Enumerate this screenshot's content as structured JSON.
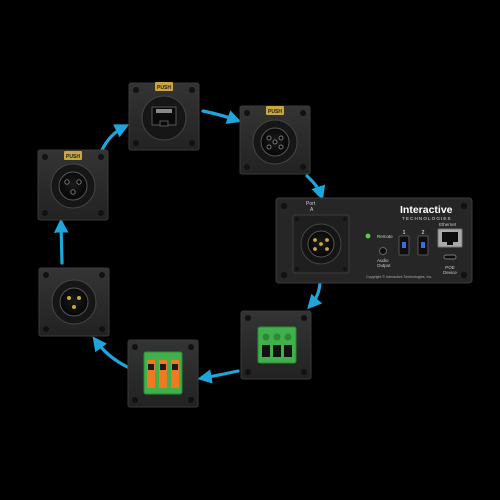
{
  "colors": {
    "arrow": "#1ea6dc",
    "plate": "#2c2c2c",
    "plate_edge": "#3a3a3a",
    "panel": "#262626",
    "brass": "#c9a640",
    "green_terminal": "#3fb04a",
    "orange_lever": "#f07a22",
    "led_green": "#5ad04a",
    "led_blue": "#3a6fd8"
  },
  "panel": {
    "brand_line1": "Interactive",
    "brand_line2": "TECHNOLOGIES",
    "port_label": "Port",
    "port_letter": "A",
    "remote_label": "Remote",
    "audio_label_1": "Audio",
    "audio_label_2": "Output",
    "dip_1": "1",
    "dip_2": "2",
    "ethernet_label": "Ethernet",
    "poe_label_1": "POE",
    "poe_label_2": "Device",
    "copyright": "Copyright © Interactive Technologies, Inc."
  },
  "badges": {
    "neutrik": "PUSH"
  },
  "icons": [
    "flow-arrow-icon",
    "ethercon-rj45-connector-icon",
    "xlr-5pin-female-icon",
    "xlr-3pin-female-icon",
    "xlr-3pin-male-icon",
    "phoenix-terminal-block-icon",
    "lever-terminal-block-icon",
    "rj45-ethernet-port-icon",
    "usbc-port-icon",
    "audio-jack-icon",
    "led-indicator-icon",
    "dip-switch-icon"
  ]
}
